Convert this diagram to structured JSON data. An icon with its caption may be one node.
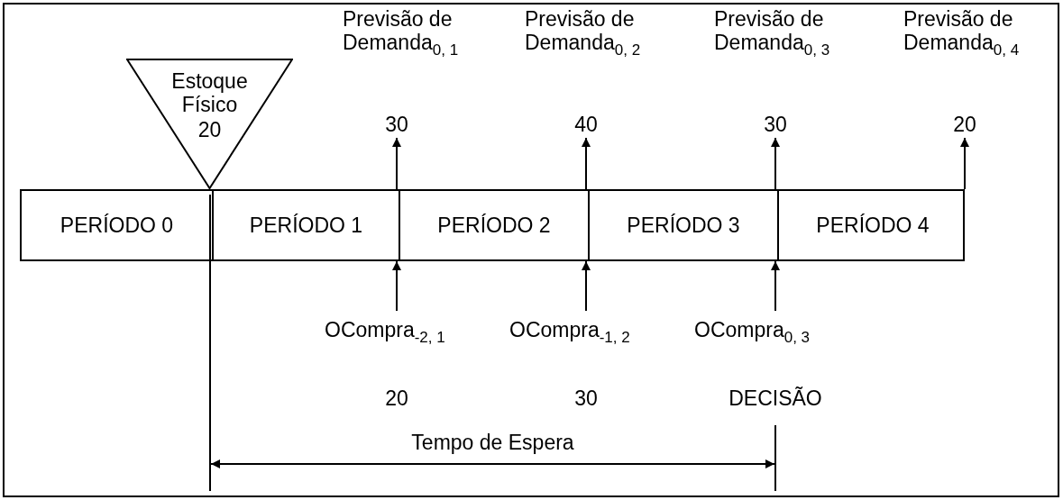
{
  "diagram": {
    "nodes": [
      {
        "text": [
          "Estoque Físico",
          "20"
        ]
      },
      {
        "text": [],
        "shape": "box"
      },
      {
        "text": [
          "PERÍODO 0"
        ],
        "in": 1
      },
      {
        "text": [
          "PERÍODO 1"
        ],
        "in": 1
      },
      {
        "text": [
          "PERÍODO 2"
        ],
        "in": 1
      },
      {
        "text": [
          "PERÍODO 3"
        ],
        "in": 1
      },
      {
        "text": [
          "PERÍODO 4"
        ],
        "in": 1
      },
      {
        "text": [
          "Previsão de Demanda$_{0, 1}$",
          "30"
        ]
      },
      {
        "text": [
          "Previsão de Demanda$_{0, 2}$",
          "40"
        ]
      },
      {
        "text": [
          "Previsão de Demanda$_{0, 3}$",
          "30"
        ]
      },
      {
        "text": [
          "Previsão de Demanda$_{0, 4}$",
          "20"
        ]
      },
      {
        "text": [
          "OCompra$_{-2, 1}$",
          "20"
        ]
      },
      {
        "text": [
          "OCompra$_{-1, 2}$",
          "30"
        ]
      },
      {
        "text": [
          "OCompra$_{0, 3}$",
          "DECISÃO"
        ]
      }
    ],
    "edges": [
      {
        "from": 11,
        "to": 1,
        "arrow": "to"
      },
      {
        "from": 1,
        "to": 7,
        "arrow": "to"
      },
      {
        "from": 12,
        "to": 1,
        "arrow": "to"
      },
      {
        "from": 1,
        "to": 8,
        "arrow": "to"
      },
      {
        "from": 13,
        "to": 1,
        "arrow": "to"
      },
      {
        "from": 1,
        "to": 9,
        "arrow": "to"
      },
      {
        "from": 1,
        "to": 10,
        "arrow": "to"
      }
    ],
    "labels": [
      "Tempo de Espera"
    ]
  }
}
